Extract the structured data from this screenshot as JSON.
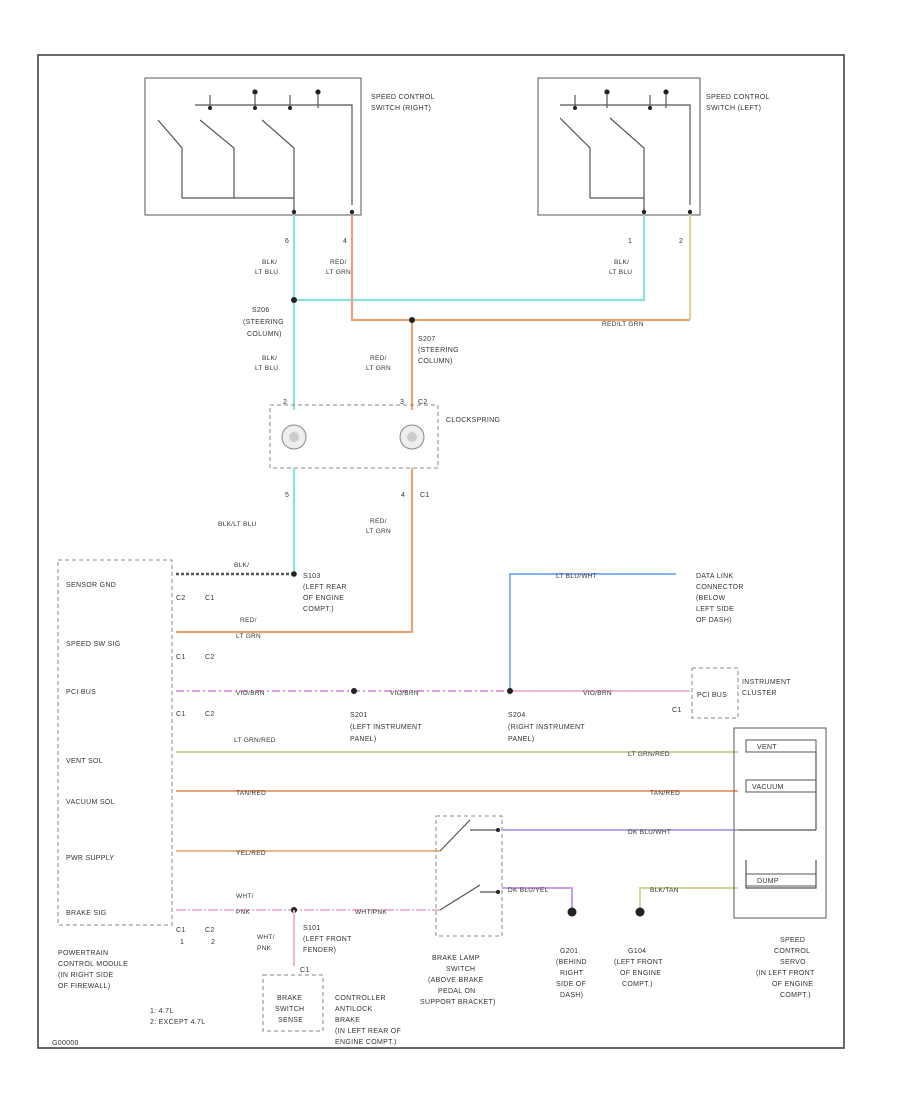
{
  "switches": {
    "right": {
      "label_lines": [
        "SPEED CONTROL",
        "SWITCH (RIGHT)"
      ],
      "pins": [
        "6",
        "4"
      ]
    },
    "left": {
      "label_lines": [
        "SPEED CONTROL",
        "SWITCH (LEFT)"
      ],
      "pins": [
        "1",
        "2"
      ]
    }
  },
  "wire_labels": {
    "blk_lt_blu": [
      "BLK/",
      "LT BLU"
    ],
    "red_lt_grn": [
      "RED/",
      "LT GRN"
    ],
    "red_lt_grn_h": "RED/LT GRN",
    "blk_lt_blu_lower": "BLK/LT BLU",
    "lt_blu_wht": "LT BLU/WHT",
    "vio_brn": "VIO/BRN",
    "tan_red": "TAN/RED",
    "yel_red": "YEL/RED",
    "wht_pnk": "WHT/PNK",
    "lt_grn_red": "LT GRN/RED",
    "dk_blu_wht": "DK BLU/WHT",
    "dk_blu_yel": "DK BLU/YEL",
    "blk_tan": "BLK/TAN",
    "wht_pnk_l": [
      "WHT/",
      "PNK"
    ]
  },
  "splices": {
    "s206": [
      "S206",
      "(STEERING",
      "COLUMN)"
    ],
    "s207": [
      "S207",
      "(STEERING",
      "COLUMN)"
    ],
    "s201": [
      "S201",
      "(LEFT INSTRUMENT",
      "PANEL)"
    ],
    "s204": [
      "S204",
      "(RIGHT INSTRUMENT",
      "PANEL)"
    ],
    "s101": [
      "S101",
      "(LEFT FRONT",
      "FENDER)"
    ],
    "s103": [
      "S103",
      "(LEFT REAR",
      "OF ENGINE",
      "COMPT.)"
    ]
  },
  "clockspring": {
    "label": "CLOCKSPRING",
    "pins_top": [
      "2",
      "3",
      "C2"
    ],
    "pins_bottom": [
      "5",
      "4",
      "C1"
    ]
  },
  "pcm": {
    "rows": [
      "SENSOR GND",
      "SPEED SW SIG",
      "PCI BUS",
      "VENT SOL",
      "VACUUM SOL",
      "PWR SUPPLY",
      "BRAKE SIG"
    ],
    "conn": [
      "C2",
      "C1",
      "C1",
      "C2"
    ],
    "footnote_nums": [
      "1",
      "2"
    ],
    "label_lines": [
      "POWERTRAIN",
      "CONTROL MODULE",
      "(IN RIGHT SIDE",
      "OF FIREWALL)"
    ],
    "notes": [
      "1: 4.7L",
      "2: EXCEPT 4.7L"
    ]
  },
  "dlc": {
    "label_lines": [
      "DATA LINK",
      "CONNECTOR",
      "(BELOW",
      "LEFT SIDE",
      "OF DASH)"
    ]
  },
  "cluster": {
    "label_lines": [
      "INSTRUMENT",
      "CLUSTER"
    ],
    "box_label": "PCI BUS",
    "conn": "C1"
  },
  "servo": {
    "items": [
      "VENT",
      "VACUUM",
      "DUMP"
    ],
    "label_lines": [
      "SPEED",
      "CONTROL",
      "SERVO",
      "(IN LEFT FRONT",
      "OF ENGINE",
      "COMPT.)"
    ]
  },
  "brake_switch": {
    "label_lines": [
      "BRAKE LAMP",
      "SWITCH",
      "(ABOVE BRAKE",
      "PEDAL ON",
      "SUPPORT BRACKET)"
    ]
  },
  "grounds": {
    "g201": [
      "G201",
      "(BEHIND",
      "RIGHT",
      "SIDE OF",
      "DASH)"
    ],
    "g104": [
      "G104",
      "(LEFT FRONT",
      "OF ENGINE",
      "COMPT.)"
    ]
  },
  "brake_sense": {
    "box_lines": [
      "BRAKE",
      "SWITCH",
      "SENSE"
    ],
    "label_lines": [
      "CONTROLLER",
      "ANTILOCK",
      "BRAKE",
      "(IN LEFT REAR OF",
      "ENGINE COMPT.)"
    ],
    "conn": "C1"
  },
  "footer_code": "G00000",
  "colors": {
    "lt_blu": "#8ee0dc",
    "or": "#e8a27a",
    "grn": "#c6d4a0",
    "blu": "#8ab4ee",
    "pnk": "#f0b8d8",
    "vio": "#b8a6e2",
    "yel": "#d8d49a"
  }
}
